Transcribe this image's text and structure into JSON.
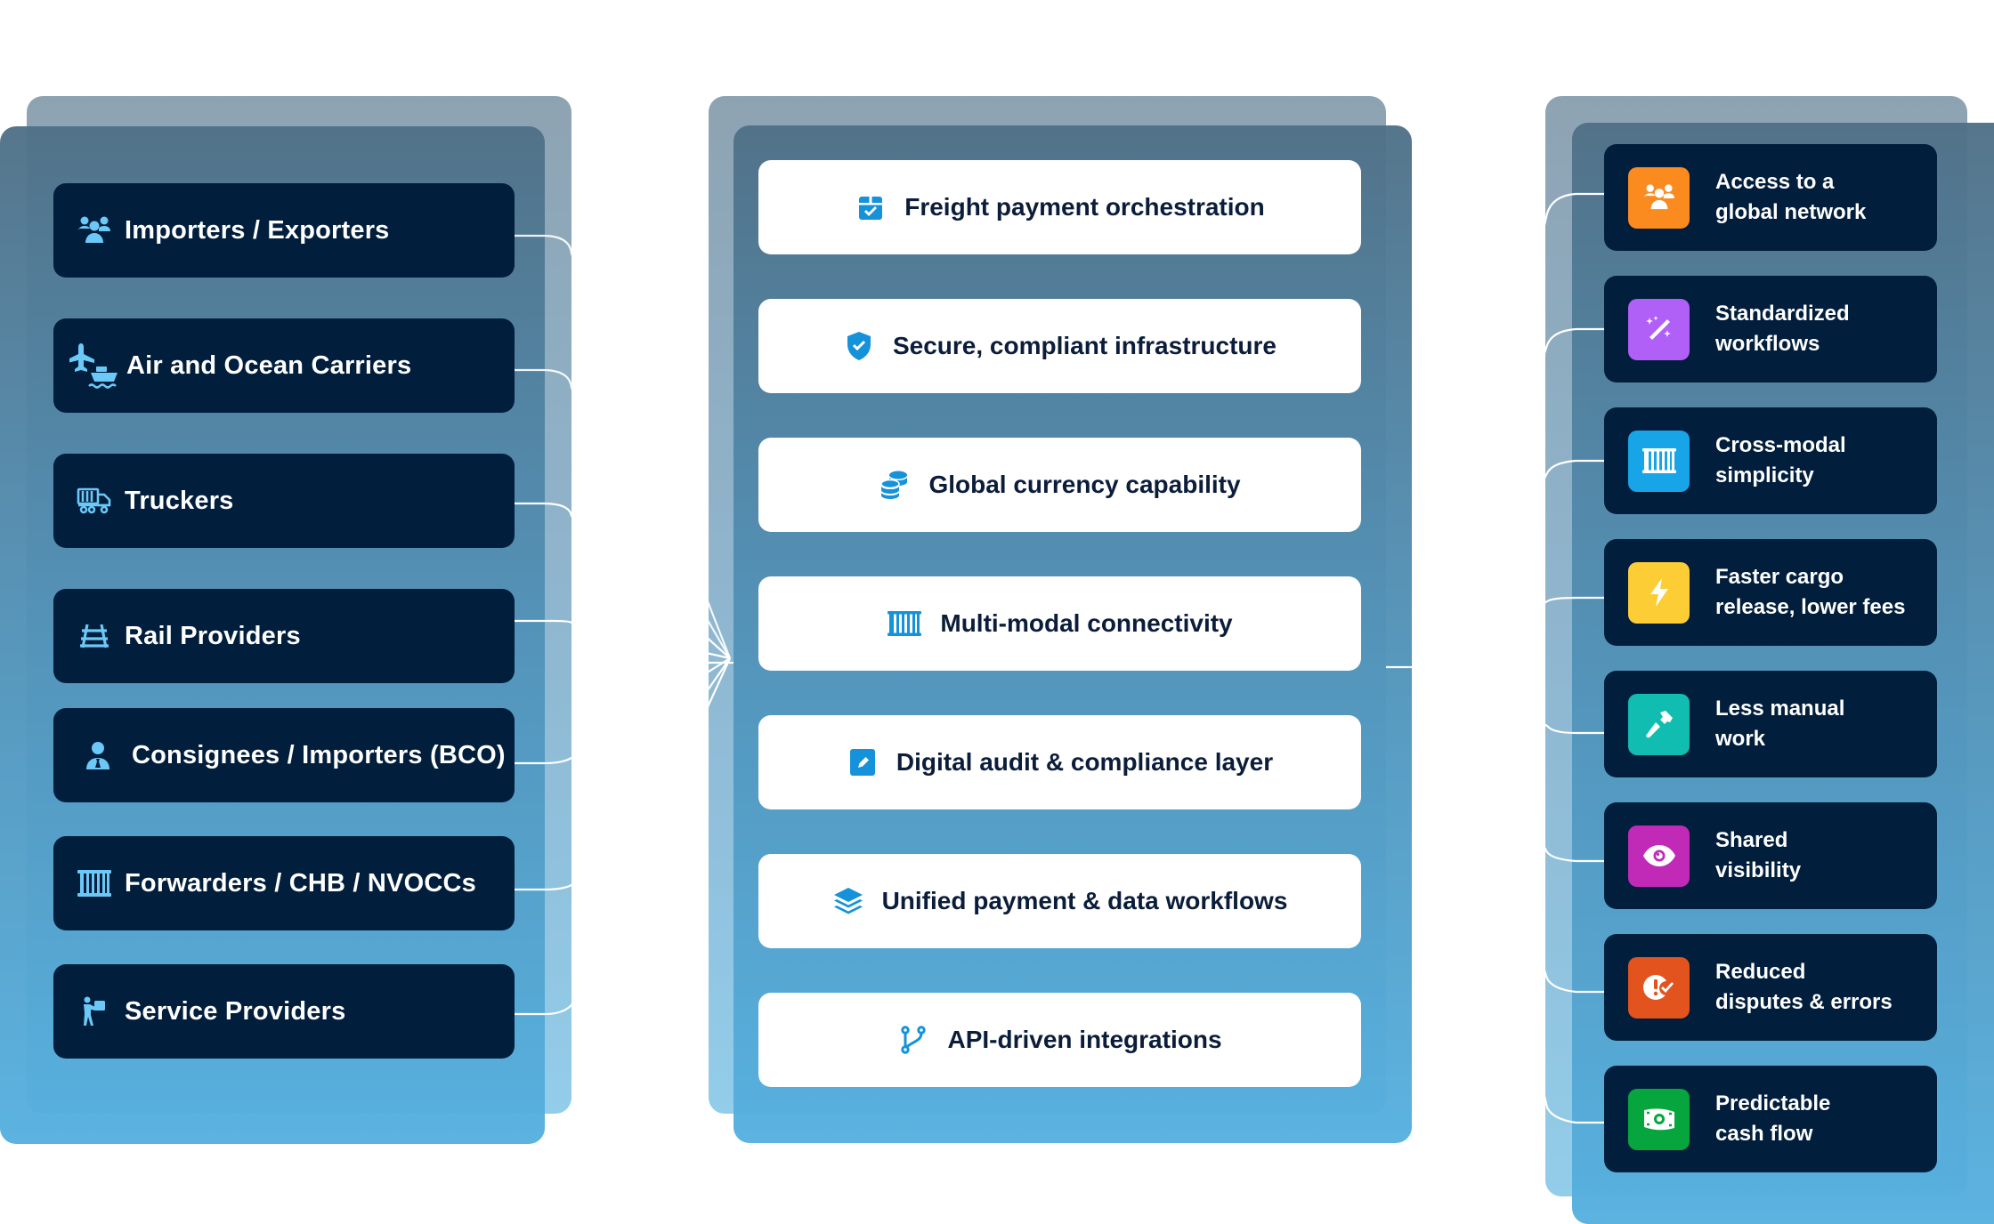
{
  "left_column": {
    "items": [
      {
        "label": "Importers / Exporters",
        "icon": "users-group-icon"
      },
      {
        "label": "Air and Ocean Carriers",
        "icon": "plane-ship-icon"
      },
      {
        "label": "Truckers",
        "icon": "truck-icon"
      },
      {
        "label": "Rail Providers",
        "icon": "rail-track-icon"
      },
      {
        "label": "Consignees / Importers (BCO)",
        "icon": "businessperson-icon"
      },
      {
        "label": "Forwarders / CHB / NVOCCs",
        "icon": "container-icon"
      },
      {
        "label": "Service Providers",
        "icon": "person-carrying-box-icon"
      }
    ]
  },
  "middle_column": {
    "items": [
      {
        "label": "Freight payment orchestration",
        "icon": "package-check-icon"
      },
      {
        "label": "Secure, compliant infrastructure",
        "icon": "shield-check-icon"
      },
      {
        "label": "Global currency capability",
        "icon": "coins-stack-icon"
      },
      {
        "label": "Multi-modal connectivity",
        "icon": "container-icon"
      },
      {
        "label": "Digital audit & compliance layer",
        "icon": "pencil-square-icon"
      },
      {
        "label": "Unified payment & data workflows",
        "icon": "layers-icon"
      },
      {
        "label": "API-driven integrations",
        "icon": "git-branch-icon"
      }
    ]
  },
  "right_column": {
    "items": [
      {
        "line1": "Access to a",
        "line2": "global network",
        "icon": "users-group-icon",
        "color": "#fb8a1f"
      },
      {
        "line1": "Standardized",
        "line2": "workflows",
        "icon": "magic-wand-icon",
        "color": "#b05ff7"
      },
      {
        "line1": "Cross-modal",
        "line2": "simplicity",
        "icon": "container-icon",
        "color": "#18a5e8"
      },
      {
        "line1": "Faster cargo",
        "line2": "release, lower fees",
        "icon": "lightning-bolt-icon",
        "color": "#fdcd36"
      },
      {
        "line1": "Less manual",
        "line2": "work",
        "icon": "hammer-icon",
        "color": "#10bdb0"
      },
      {
        "line1": "Shared",
        "line2": "visibility",
        "icon": "eye-icon",
        "color": "#c12ab7"
      },
      {
        "line1": "Reduced",
        "line2": "disputes & errors",
        "icon": "alert-check-icon",
        "color": "#e2531e"
      },
      {
        "line1": "Predictable",
        "line2": "cash flow",
        "icon": "banknote-icon",
        "color": "#06a53e"
      }
    ]
  },
  "colors": {
    "card_dark": "#011e3c",
    "card_light": "#ffffff",
    "icon_light_blue": "#6cc8f7",
    "icon_blue": "#1592d9",
    "text_dark": "#0b1d3a"
  }
}
